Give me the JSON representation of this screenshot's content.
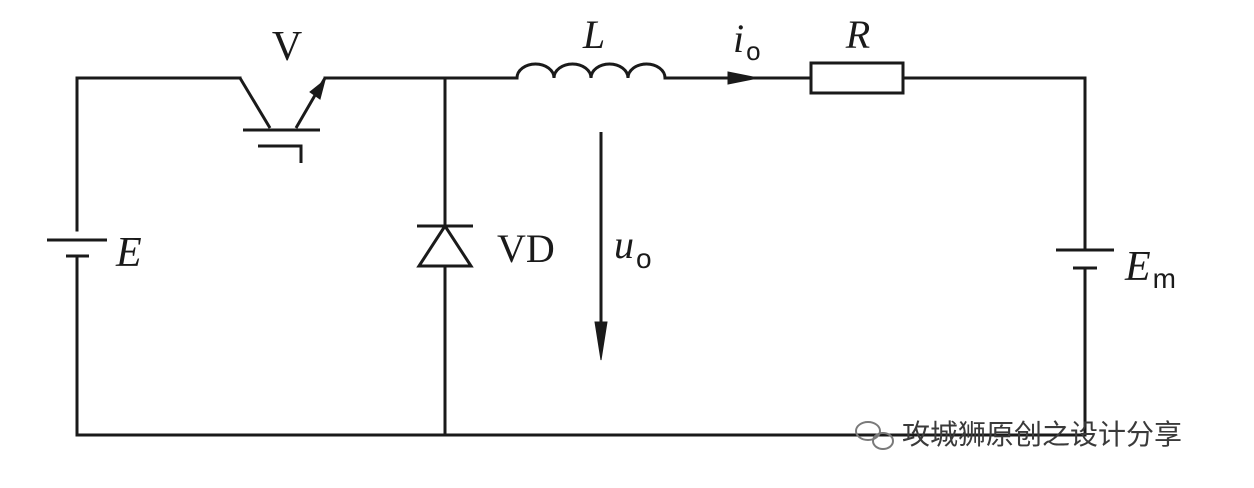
{
  "diagram": {
    "transistor": {
      "label": "V"
    },
    "inductor": {
      "label": "L"
    },
    "current": {
      "symbol": "i",
      "subscript": "o"
    },
    "resistor": {
      "label": "R"
    },
    "source": {
      "label": "E"
    },
    "diode": {
      "label": "VD"
    },
    "output_voltage": {
      "symbol": "u",
      "subscript": "o"
    },
    "back_emf": {
      "symbol": "E",
      "subscript": "m"
    }
  },
  "watermark": {
    "text": "攻城狮原创之设计分享"
  },
  "colors": {
    "ink": "#1a1a1a",
    "background": "#ffffff"
  }
}
